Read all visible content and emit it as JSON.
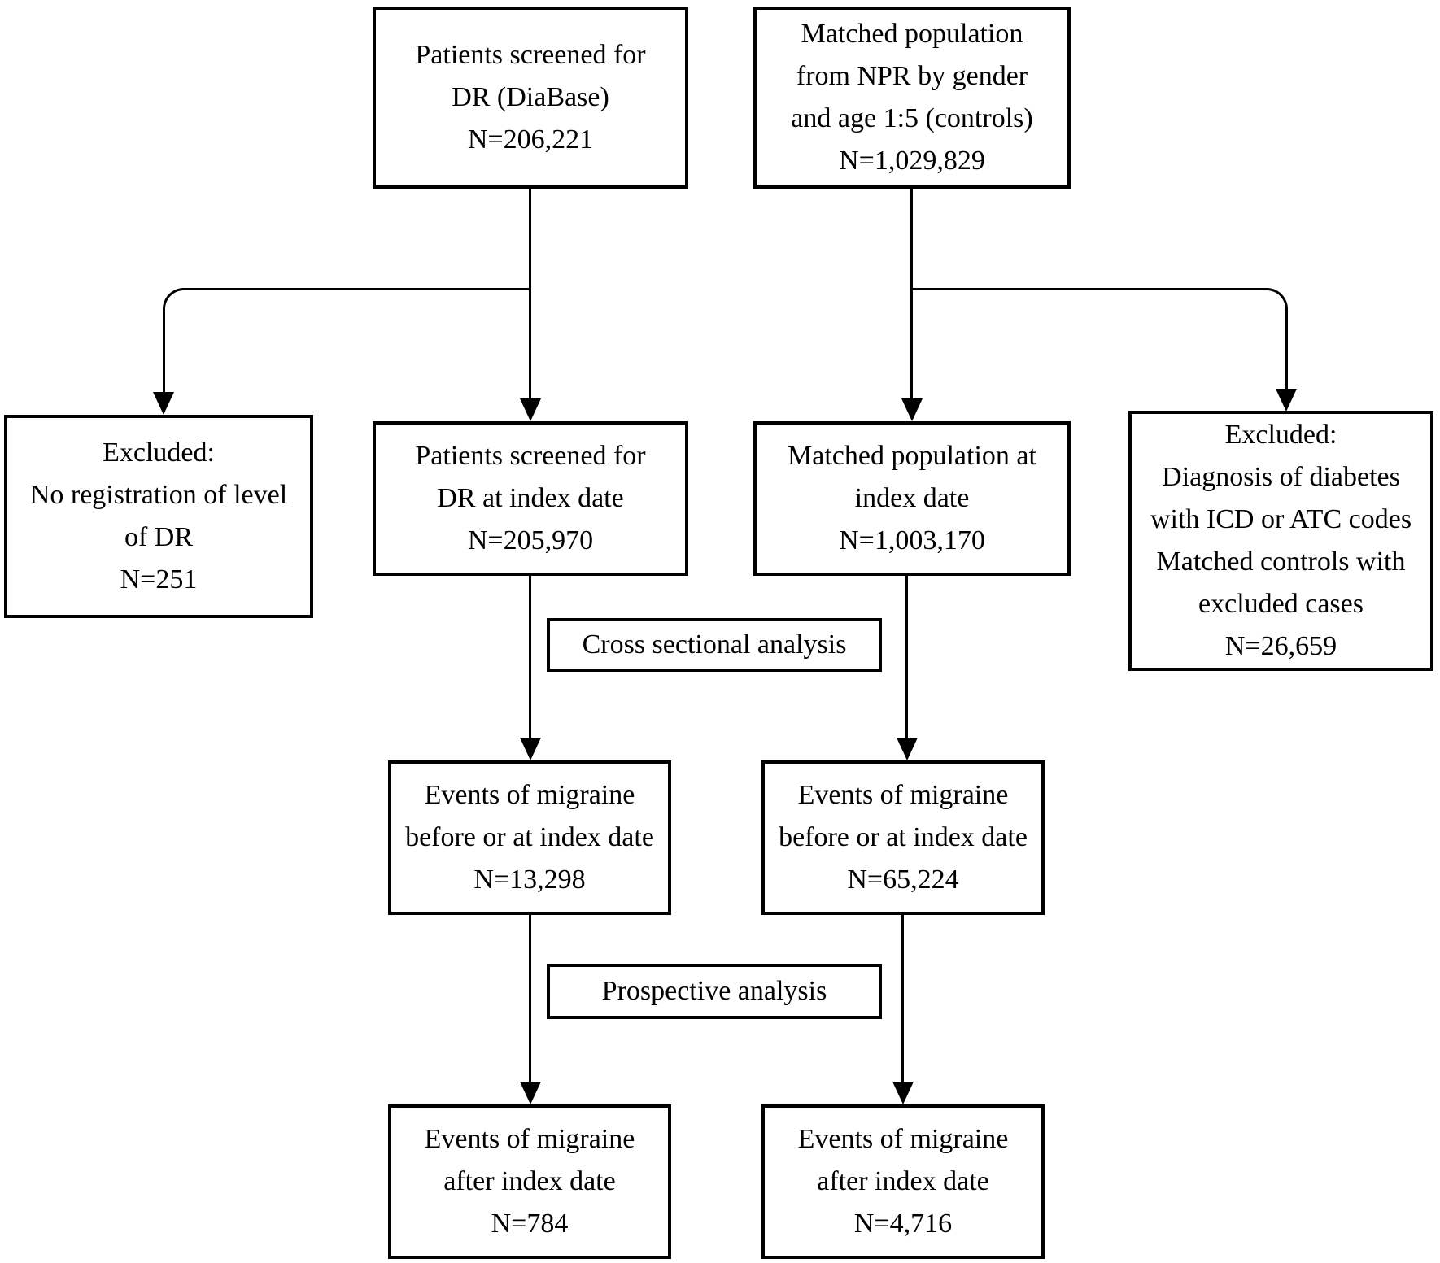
{
  "flowchart": {
    "line_color": "#000000",
    "background_color": "#ffffff",
    "boxes": [
      {
        "name": "patients-screened-diabase",
        "text": "Patients screened for\nDR (DiaBase)\nN=206,221",
        "n": "206,221"
      },
      {
        "name": "matched-population-npr",
        "text": "Matched population\nfrom NPR by gender\nand age 1:5 (controls)\nN=1,029,829",
        "n": "1,029,829"
      },
      {
        "name": "excluded-no-registration",
        "text": "Excluded:\nNo registration of level\nof DR\nN=251",
        "n": "251"
      },
      {
        "name": "patients-screened-index-date",
        "text": "Patients screened for\nDR at index date\nN=205,970",
        "n": "205,970"
      },
      {
        "name": "matched-population-index-date",
        "text": "Matched population at\nindex date\nN=1,003,170",
        "n": "1,003,170"
      },
      {
        "name": "excluded-diabetes-codes",
        "text": "Excluded:\nDiagnosis of diabetes\nwith ICD or ATC codes\nMatched controls with\nexcluded cases\nN=26,659",
        "n": "26,659"
      },
      {
        "name": "migraine-before-index-dr",
        "text": "Events of migraine\nbefore or at index date\nN=13,298",
        "n": "13,298"
      },
      {
        "name": "migraine-before-index-controls",
        "text": "Events of migraine\nbefore or at index date\nN=65,224",
        "n": "65,224"
      },
      {
        "name": "migraine-after-index-dr",
        "text": "Events of migraine\nafter index date\nN=784",
        "n": "784"
      },
      {
        "name": "migraine-after-index-controls",
        "text": "Events of migraine\nafter index date\nN=4,716",
        "n": "4,716"
      }
    ],
    "stage_labels": [
      {
        "name": "cross-sectional-analysis",
        "text": "Cross sectional analysis"
      },
      {
        "name": "prospective-analysis",
        "text": "Prospective analysis"
      }
    ]
  }
}
